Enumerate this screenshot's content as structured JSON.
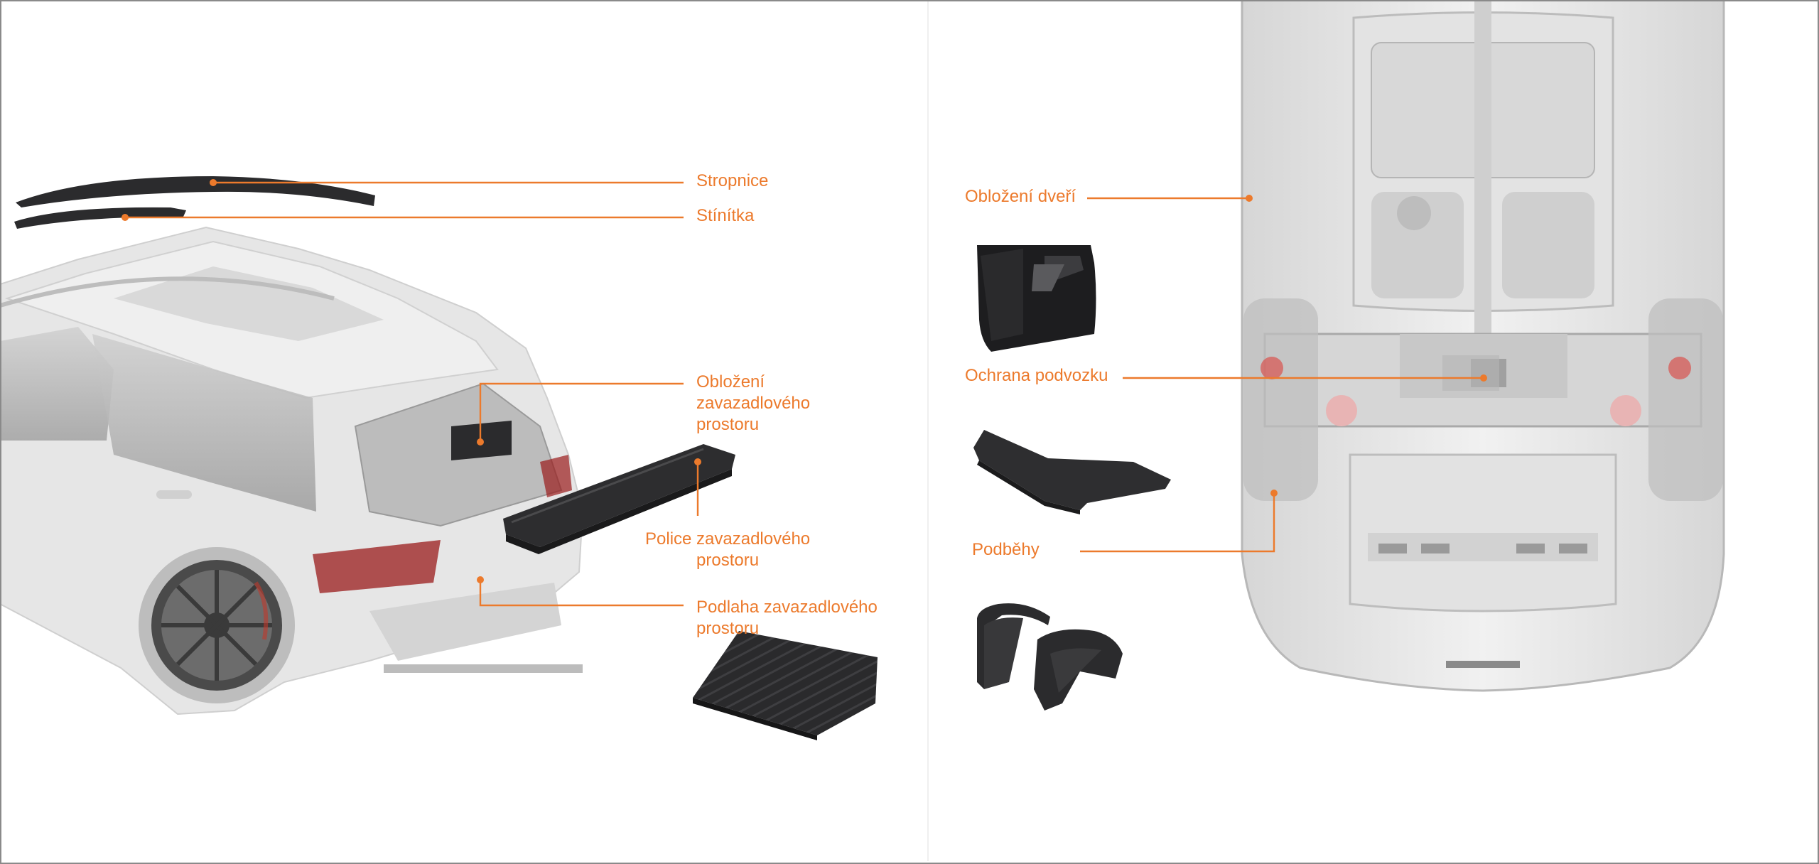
{
  "colors": {
    "accent": "#ec7a2c",
    "part_dark": "#2b2b2d",
    "car_body": "#e9e9e9",
    "frame": "#8a8a8a"
  },
  "labels": {
    "stropnice": "Stropnice",
    "stinitka": "Stínítka",
    "oblozeni_zavazadloveho": [
      "Obložení",
      "zavazadlového",
      "prostoru"
    ],
    "police_zavazadloveho": [
      "Police zavazadlového",
      "prostoru"
    ],
    "podlaha_zavazadloveho": [
      "Podlaha zavazadlového",
      "prostoru"
    ],
    "oblozeni_dveri": "Obložení dveří",
    "ochrana_podvozku": "Ochrana podvozku",
    "podbehy": "Podběhy"
  },
  "icons": {
    "suv_rear": "suv-rear-view-icon",
    "car_top": "car-top-xray-view-icon",
    "headliner": "headliner-part-icon",
    "sun_visor": "sun-visor-part-icon",
    "trunk_liner": "trunk-liner-part-icon",
    "parcel_shelf": "parcel-shelf-part-icon",
    "trunk_floor": "trunk-floor-mat-part-icon",
    "door_panel": "door-panel-part-icon",
    "underbody": "underbody-shield-part-icon",
    "wheel_arch": "wheel-arch-liner-part-icon"
  }
}
